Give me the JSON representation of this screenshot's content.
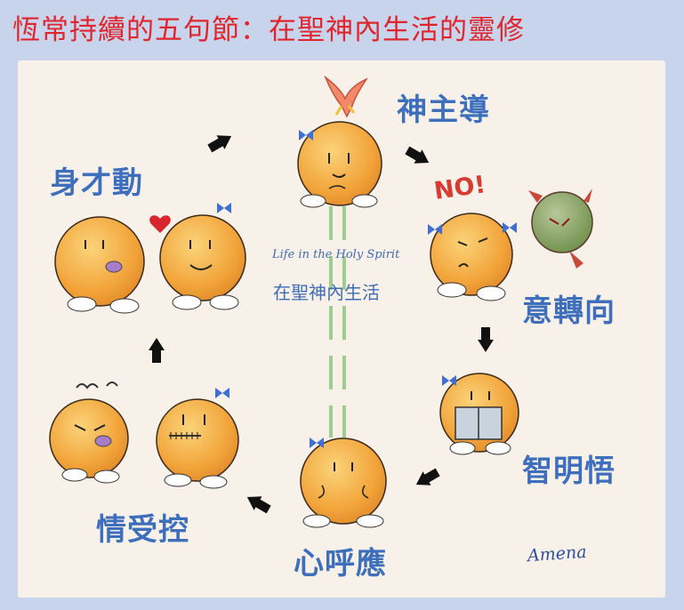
{
  "title": "恆常持續的五句節：在聖神內生活的靈修",
  "labels": {
    "spirit_leads": "神主導",
    "mind_turns": "意轉向",
    "wisdom_awakens": "智明悟",
    "heart_responds": "心呼應",
    "emotions_controlled": "情受控",
    "body_acts": "身才動"
  },
  "exclamation": "NO!",
  "center": {
    "english": "Life in the Holy Spirit",
    "chinese": "在聖神內生活"
  },
  "signature": "Amena",
  "colors": {
    "title": "#e0262c",
    "label": "#3d6fbd",
    "face": "#f2a43a",
    "bow": "#3e6fd1",
    "path": "#9ccf8f",
    "arrow": "#111111"
  },
  "icons": [
    "dove-icon",
    "heart-icon",
    "devil-icon",
    "book-icon",
    "steam-icon",
    "zipper-icon"
  ]
}
